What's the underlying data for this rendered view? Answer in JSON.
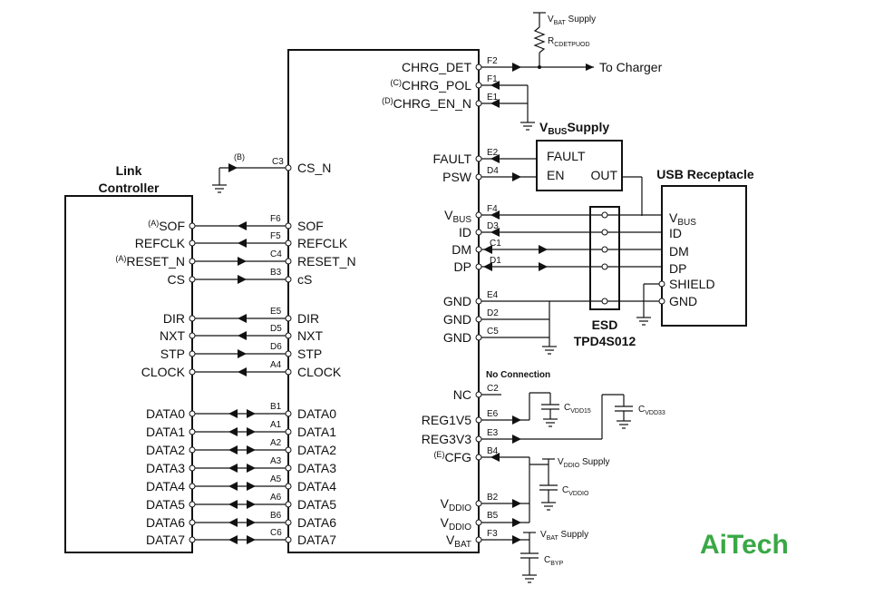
{
  "link_controller": {
    "title1": "Link",
    "title2": "Controller",
    "sof_note": "(A)",
    "sof": "SOF",
    "refclk": "REFCLK",
    "reset_note": "(A)",
    "reset_n": "RESET_N",
    "cs": "CS",
    "dir": "DIR",
    "nxt": "NXT",
    "stp": "STP",
    "clock": "CLOCK",
    "data": [
      "DATA0",
      "DATA1",
      "DATA2",
      "DATA3",
      "DATA4",
      "DATA5",
      "DATA6",
      "DATA7"
    ]
  },
  "chip_left": {
    "cs_ball": "C3",
    "cs_n": "CS_N",
    "cs_note": "(B)",
    "pins": [
      {
        "ball": "F6",
        "label": "SOF"
      },
      {
        "ball": "F5",
        "label": "REFCLK"
      },
      {
        "ball": "C4",
        "label": "RESET_N"
      },
      {
        "ball": "B3",
        "label": "cS"
      },
      {
        "ball": "E5",
        "label": "DIR"
      },
      {
        "ball": "D5",
        "label": "NXT"
      },
      {
        "ball": "D6",
        "label": "STP"
      },
      {
        "ball": "A4",
        "label": "CLOCK"
      },
      {
        "ball": "B1",
        "label": "DATA0"
      },
      {
        "ball": "A1",
        "label": "DATA1"
      },
      {
        "ball": "A2",
        "label": "DATA2"
      },
      {
        "ball": "A3",
        "label": "DATA3"
      },
      {
        "ball": "A5",
        "label": "DATA4"
      },
      {
        "ball": "A6",
        "label": "DATA5"
      },
      {
        "ball": "B6",
        "label": "DATA6"
      },
      {
        "ball": "C6",
        "label": "DATA7"
      }
    ]
  },
  "chip_right": {
    "chrg_det": "CHRG_DET",
    "chrg_det_ball": "F2",
    "chrg_pol_note": "(C)",
    "chrg_pol": "CHRG_POL",
    "chrg_pol_ball": "F1",
    "chrg_en_note": "(D)",
    "chrg_en_n": "CHRG_EN_N",
    "chrg_en_ball": "E1",
    "fault": "FAULT",
    "fault_ball": "E2",
    "psw": "PSW",
    "psw_ball": "D4",
    "vbus_v": "V",
    "vbus_sub": "BUS",
    "vbus_ball": "F4",
    "id": "ID",
    "id_ball": "D3",
    "dm": "DM",
    "dm_ball": "C1",
    "dp": "DP",
    "dp_ball": "D1",
    "gnd": "GND",
    "gnd1_ball": "E4",
    "gnd2_ball": "D2",
    "gnd3_ball": "C5",
    "nc": "NC",
    "nc_ball": "C2",
    "no_connection": "No Connection",
    "reg1v5": "REG1V5",
    "reg1v5_ball": "E6",
    "reg3v3": "REG3V3",
    "reg3v3_ball": "E3",
    "cfg_note": "(E)",
    "cfg": "CFG",
    "cfg_ball": "B4",
    "vddio_v": "V",
    "vddio_sub": "DDIO",
    "vddio1_ball": "B2",
    "vddio2_ball": "B5",
    "vbat_v": "V",
    "vbat_sub": "BAT",
    "vbat_ball": "F3"
  },
  "top": {
    "vbat_supply_v": "V",
    "vbat_supply_sub": "BAT",
    "vbat_supply_tail": " Supply",
    "r_main": "R",
    "r_sub": "CDETPUOD",
    "to_charger": "To Charger",
    "vbus_supply_v": "V",
    "vbus_supply_sub": "BUS",
    "vbus_supply_tail": "Supply"
  },
  "switch_box": {
    "fault": "FAULT",
    "en": "EN",
    "out": "OUT"
  },
  "usb": {
    "title": "USB Receptacle",
    "vbus_v": "V",
    "vbus_sub": "BUS",
    "id": "ID",
    "dm": "DM",
    "dp": "DP",
    "shield": "SHIELD",
    "gnd": "GND"
  },
  "esd": {
    "line1": "ESD",
    "line2": "TPD4S012"
  },
  "caps": {
    "c_vdd15_main": "C",
    "c_vdd15_sub": "VDD15",
    "c_vdd33_main": "C",
    "c_vdd33_sub": "VDD33",
    "vddio_supply_v": "V",
    "vddio_supply_sub": "DDIO",
    "vddio_supply_tail": " Supply",
    "c_vddio_main": "C",
    "c_vddio_sub": "VDDIO",
    "vbat_supply_v": "V",
    "vbat_supply_sub": "BAT",
    "vbat_supply_tail": " Supply",
    "c_byp_main": "C",
    "c_byp_sub": "BYP"
  },
  "logo": {
    "text": "AiTech",
    "color": "#3aa845"
  }
}
